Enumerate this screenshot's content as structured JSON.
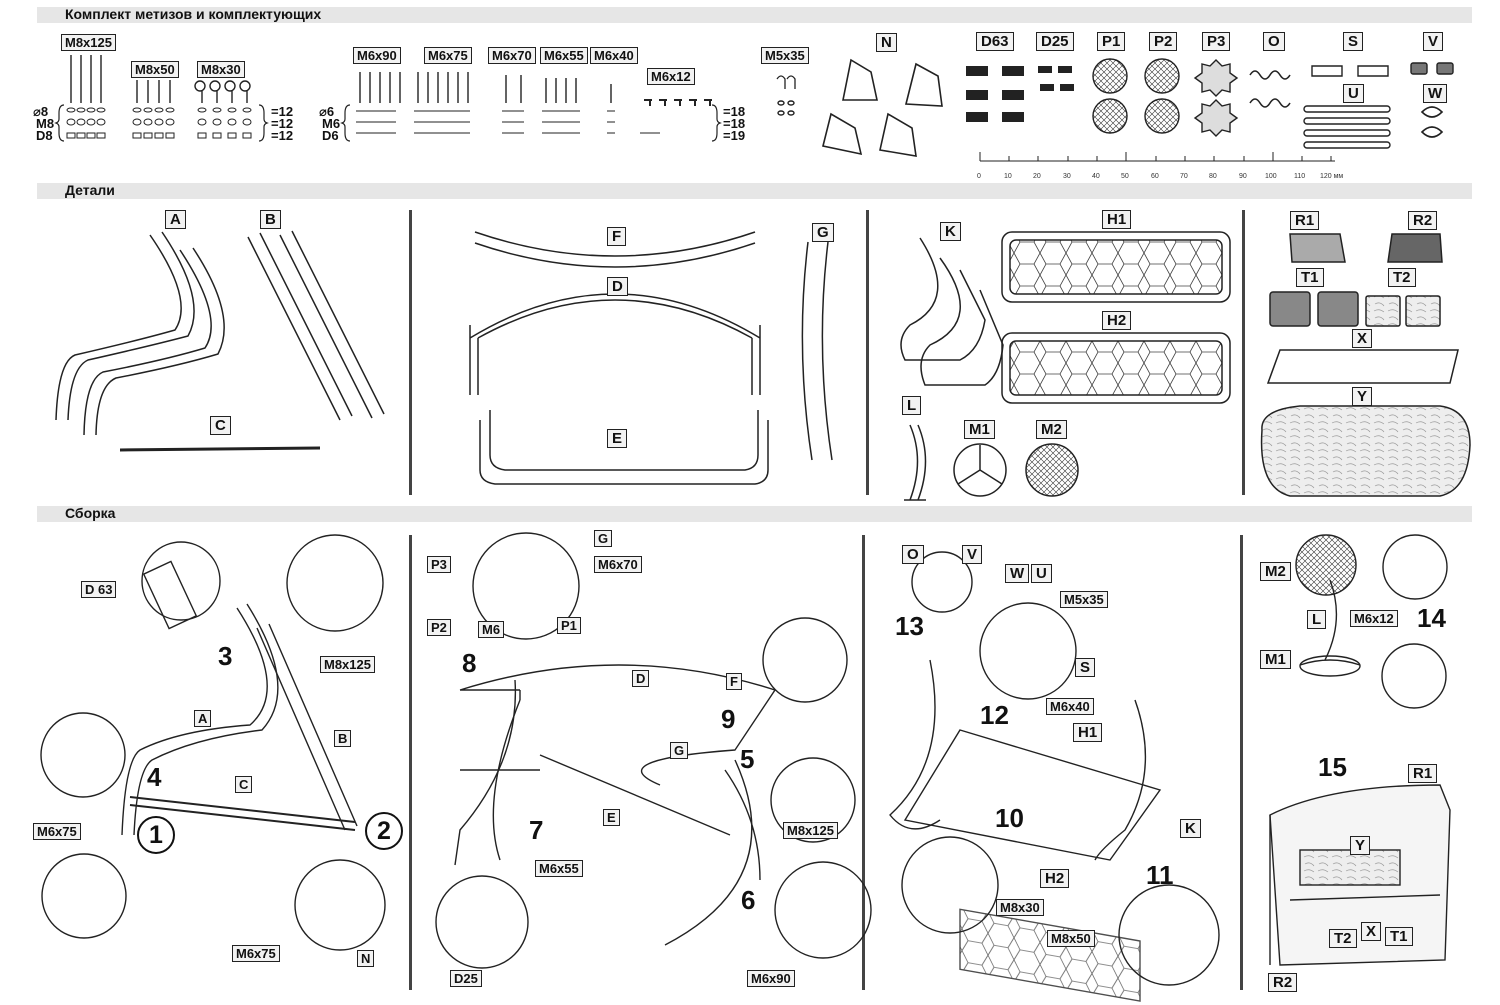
{
  "sections": {
    "hardware": "Комплект метизов и комплектующих",
    "parts": "Детали",
    "assembly": "Сборка"
  },
  "hardware": {
    "bolts": [
      "M8x125",
      "M8x50",
      "M8x30",
      "M6x90",
      "M6x75",
      "M6x70",
      "M6x55",
      "M6x40",
      "M6x12",
      "M5x35"
    ],
    "m8_group": {
      "washer": "⌀8",
      "nut": "M8",
      "cap": "D8",
      "c1": "=12",
      "c2": "=12",
      "c3": "=12"
    },
    "m6_group": {
      "washer": "⌀6",
      "nut": "M6",
      "cap": "D6",
      "c1": "=18",
      "c2": "=18",
      "c3": "=19"
    },
    "items": [
      "N",
      "D63",
      "D25",
      "P1",
      "P2",
      "P3",
      "O",
      "S",
      "V",
      "U",
      "W"
    ],
    "ruler": [
      "0",
      "10",
      "20",
      "30",
      "40",
      "50",
      "60",
      "70",
      "80",
      "90",
      "100",
      "110",
      "120 мм"
    ]
  },
  "parts": [
    "A",
    "B",
    "C",
    "F",
    "D",
    "E",
    "G",
    "K",
    "H1",
    "H2",
    "L",
    "M1",
    "M2",
    "R1",
    "R2",
    "T1",
    "T2",
    "X",
    "Y"
  ],
  "assembly": {
    "panel1": {
      "steps": [
        "3",
        "4",
        "1",
        "2"
      ],
      "labels": [
        "D 63",
        "M8x125",
        "A",
        "B",
        "C",
        "M6x75",
        "M6x75",
        "N"
      ]
    },
    "panel2": {
      "steps": [
        "8",
        "9",
        "5",
        "7",
        "6"
      ],
      "labels": [
        "P3",
        "G",
        "M6x70",
        "P2",
        "M6",
        "P1",
        "D",
        "F",
        "G",
        "E",
        "M8x125",
        "M6x55",
        "D25",
        "M6x90"
      ]
    },
    "panel3": {
      "steps": [
        "13",
        "12",
        "10",
        "11"
      ],
      "labels": [
        "O",
        "V",
        "W",
        "U",
        "M5x35",
        "S",
        "M6x40",
        "H1",
        "K",
        "H2",
        "M8x30",
        "M8x50"
      ]
    },
    "panel4": {
      "steps": [
        "14",
        "15"
      ],
      "labels": [
        "M2",
        "L",
        "M6x12",
        "M1",
        "R1",
        "Y",
        "R2",
        "T2",
        "X",
        "T1"
      ]
    }
  }
}
